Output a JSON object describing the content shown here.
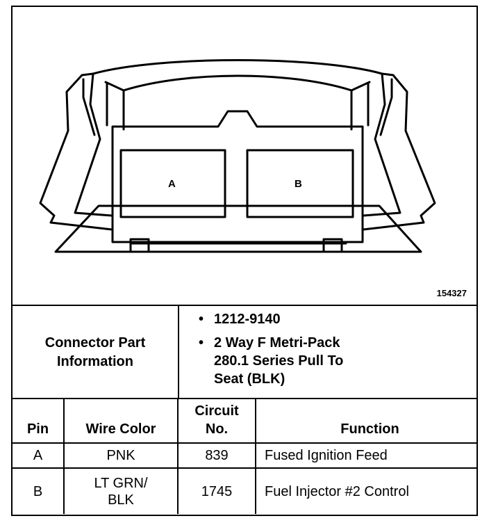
{
  "figure_id": "154327",
  "pins_in_diagram": [
    "A",
    "B"
  ],
  "connector_info": {
    "label_line1": "Connector Part",
    "label_line2": "Information",
    "items": [
      {
        "line1": "1212-9140",
        "line2": "",
        "line3": ""
      },
      {
        "line1": "2 Way F Metri-Pack",
        "line2": "280.1 Series Pull To",
        "line3": "Seat (BLK)"
      }
    ]
  },
  "table": {
    "headers": {
      "pin": "Pin",
      "wire_color": "Wire Color",
      "circuit_line1": "Circuit",
      "circuit_line2": "No.",
      "function": "Function"
    },
    "rows": [
      {
        "pin": "A",
        "wire_line1": "PNK",
        "wire_line2": "",
        "circuit": "839",
        "function": "Fused Ignition Feed"
      },
      {
        "pin": "B",
        "wire_line1": "LT GRN/",
        "wire_line2": "BLK",
        "circuit": "1745",
        "function": "Fuel Injector #2 Control"
      }
    ]
  }
}
